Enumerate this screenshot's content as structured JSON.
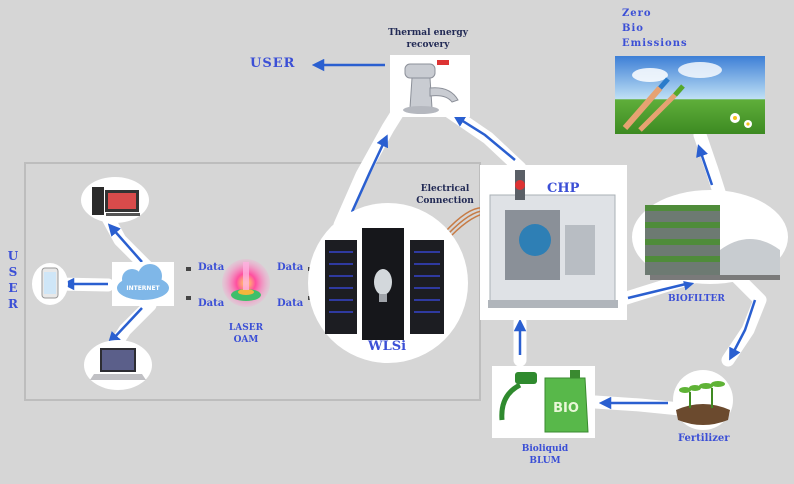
{
  "labels": {
    "thermal_energy_recovery": "Thermal energy\nrecovery",
    "user_top": "USER",
    "user_left": "USER",
    "zero_bio_emissions": [
      "Zero",
      "Bio",
      "Emissions"
    ],
    "chp": "CHP",
    "electrical_connection": "Electrical\nConnection",
    "biofilter": "BIOFILTER",
    "fertilizer": "Fertilizer",
    "bioliquid_blum": "Bioliquid\nBLUM",
    "wlsi": "WLSi",
    "laser_oam": "LASER\nOAM",
    "data_1": "Data",
    "data_2": "Data",
    "data_3": "Data",
    "data_4": "Data",
    "internet": "INTERNET",
    "bio_can": "BIO"
  },
  "colors": {
    "background": "#d6d6d6",
    "arrow_blue": "#2a5fd0",
    "label_blue": "#3b4fd6",
    "path_white": "#ffffff",
    "cable_orange": "#c77b45"
  },
  "icons": [
    "faucet-icon",
    "desktop-computer-icon",
    "smartphone-icon",
    "laptop-icon",
    "cloud-icon",
    "laser-icon",
    "server-rack-icon",
    "chp-unit-icon",
    "green-building-icon",
    "fertilizer-sprout-icon",
    "bio-jerrycan-icon",
    "landscape-painting-icon"
  ]
}
